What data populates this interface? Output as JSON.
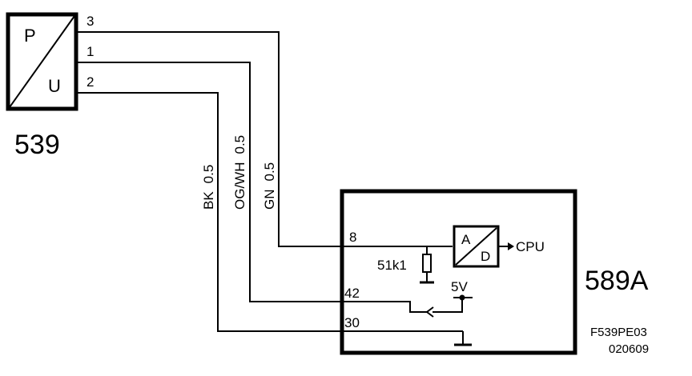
{
  "sensor": {
    "id": "539",
    "p_label": "P",
    "u_label": "U",
    "pins": [
      "3",
      "1",
      "2"
    ]
  },
  "wires": [
    {
      "color": "GN",
      "size": "0.5"
    },
    {
      "color": "OG/WH",
      "size": "0.5"
    },
    {
      "color": "BK",
      "size": "0.5"
    }
  ],
  "ecu": {
    "id": "589A",
    "pins": [
      "8",
      "42",
      "30"
    ],
    "adc_a": "A",
    "adc_d": "D",
    "cpu_label": "CPU",
    "resistor_label": "51k1",
    "supply_label": "5V"
  },
  "ref": {
    "code": "F539PE03",
    "date": "020609"
  }
}
